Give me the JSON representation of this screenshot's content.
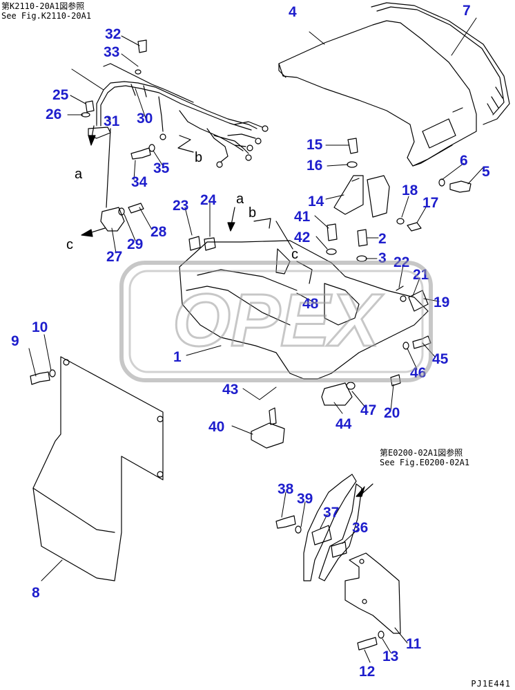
{
  "references": [
    {
      "jp": "第K2110-20A1図参照",
      "en": "See Fig.K2110-20A1"
    },
    {
      "jp": "第E0200-02A1図参照",
      "en": "See Fig.E0200-02A1"
    }
  ],
  "view_letters": [
    "a",
    "b",
    "c"
  ],
  "callouts": [
    "1",
    "2",
    "3",
    "4",
    "5",
    "6",
    "7",
    "8",
    "9",
    "10",
    "11",
    "12",
    "13",
    "14",
    "15",
    "16",
    "17",
    "18",
    "19",
    "20",
    "21",
    "22",
    "23",
    "24",
    "25",
    "26",
    "27",
    "28",
    "29",
    "30",
    "31",
    "32",
    "33",
    "34",
    "35",
    "36",
    "37",
    "38",
    "39",
    "40",
    "41",
    "42",
    "43",
    "44",
    "45",
    "46",
    "47",
    "48"
  ],
  "drawing_code": "PJ1E441",
  "watermark_text": "OPEX",
  "colors": {
    "callout": "#1d1dcc",
    "line": "#000000",
    "watermark": "#9a9a9a"
  }
}
